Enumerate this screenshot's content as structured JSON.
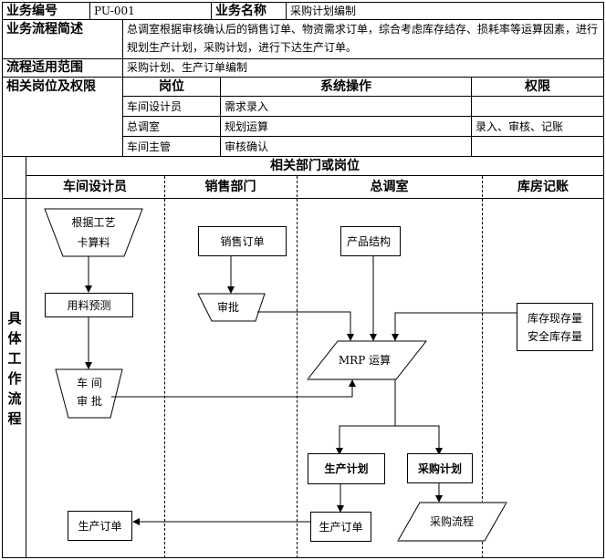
{
  "header": {
    "id_label": "业务编号",
    "id_value": "PU-001",
    "name_label": "业务名称",
    "name_value": "采购计划编制",
    "desc_label": "业务流程简述",
    "desc_line1": "总调室根据审核确认后的销售订单、物资需求订单，综合考虑库存结存、损耗率等运算因素，进行",
    "desc_line2": "规划生产计划，采购计划，进行下达生产订单。",
    "scope_label": "流程适用范围",
    "scope_value": "采购计划、生产订单编制"
  },
  "roles": {
    "section_label": "相关岗位及权限",
    "columns": [
      "岗位",
      "系统操作",
      "权限"
    ],
    "rows": [
      {
        "position": "车间设计员",
        "operation": "需求录入",
        "permission": ""
      },
      {
        "position": "总调室",
        "operation": "规划运算",
        "permission": "录入、审核、记账"
      },
      {
        "position": "车间主管",
        "operation": "审核确认",
        "permission": ""
      }
    ]
  },
  "flow": {
    "side_label": [
      "具",
      "体",
      "工",
      "作",
      "流",
      "程"
    ],
    "dept_header": "相关部门或岗位",
    "lanes": [
      "车间设计员",
      "销售部门",
      "总调室",
      "库房记账"
    ],
    "nodes": {
      "craft_card_line1": "根据工艺",
      "craft_card_line2": "卡算料",
      "material_forecast": "用料预测",
      "workshop_approve_line1": "车 间",
      "workshop_approve_line2": "审 批",
      "sales_order": "销售订单",
      "sales_approve": "审批",
      "product_structure": "产品结构",
      "mrp": "MRP 运算",
      "inventory_line1": "库存现存量",
      "inventory_line2": "安全库存量",
      "production_plan": "生产计划",
      "purchase_plan": "采购计划",
      "production_order_main": "生产订单",
      "purchase_process": "采购流程",
      "production_order_workshop": "生产订单"
    }
  }
}
